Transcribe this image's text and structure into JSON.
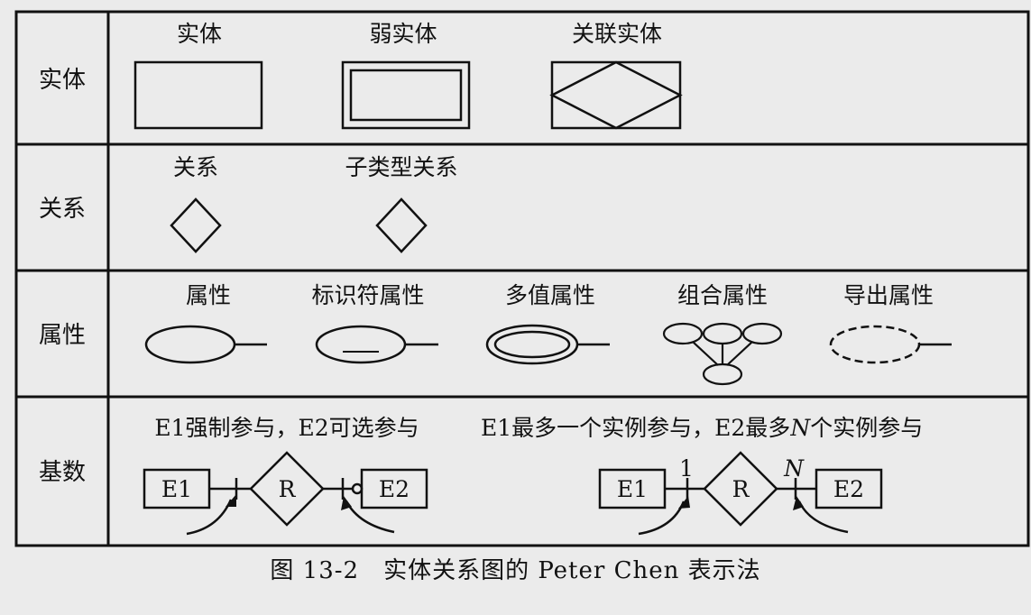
{
  "rows": {
    "entity": {
      "label": "实体",
      "items": [
        "实体",
        "弱实体",
        "关联实体"
      ]
    },
    "relationship": {
      "label": "关系",
      "items": [
        "关系",
        "子类型关系"
      ]
    },
    "attribute": {
      "label": "属性",
      "items": [
        "属性",
        "标识符属性",
        "多值属性",
        "组合属性",
        "导出属性"
      ]
    },
    "cardinality": {
      "label": "基数",
      "left": {
        "caption": "E1强制参与，E2可选参与",
        "e1": "E1",
        "r": "R",
        "e2": "E2"
      },
      "right": {
        "caption_prefix": "E1最多一个实例参与，E2最多",
        "caption_n": "N",
        "caption_suffix": "个实例参与",
        "e1": "E1",
        "r": "R",
        "e2": "E2",
        "card1": "1",
        "cardN": "N"
      }
    }
  },
  "caption": "图 13-2　实体关系图的 Peter Chen 表示法"
}
